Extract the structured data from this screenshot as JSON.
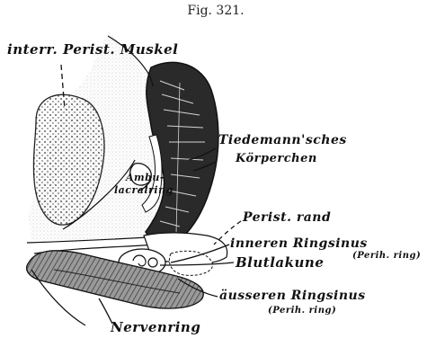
{
  "figure": {
    "caption": "Fig. 321.",
    "labels": {
      "perist_muskel": "interr. Perist. Muskel",
      "tiedemann_1": "Tiedemann'sches",
      "tiedemann_2": "Körperchen",
      "ambulacral_1": "Ambu-",
      "ambulacral_2": "lacralring",
      "perist_rand": "Perist. rand",
      "inner_ring": "inneren Ringsinus",
      "perih_1": "(Perih. ring)",
      "blutlakune": "Blutlakune",
      "ausser_ring": "äusseren Ringsinus",
      "perih_2": "(Perih. ring)",
      "nervenring": "Nervenring"
    }
  },
  "colors": {
    "ink": "#111111",
    "paper": "#ffffff",
    "gland_fill": "#2a2a2a"
  }
}
